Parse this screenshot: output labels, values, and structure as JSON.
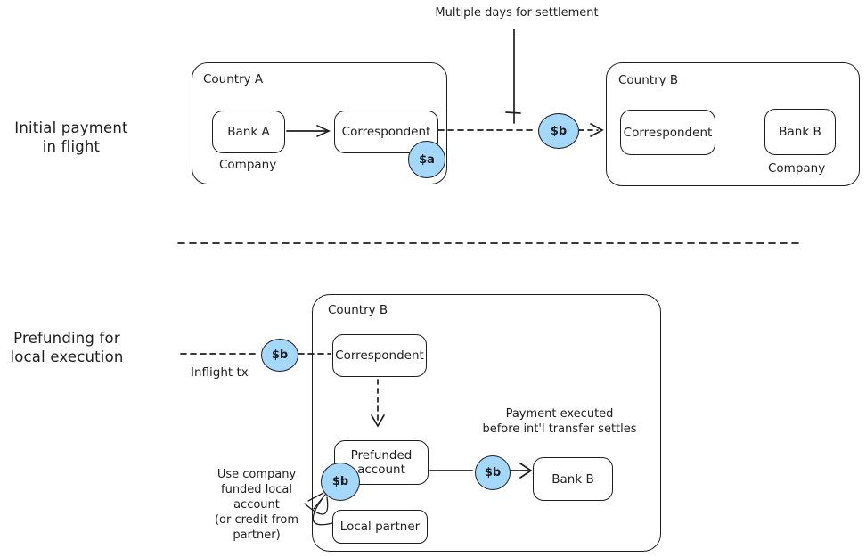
{
  "colors": {
    "ink": "#1e1e1e",
    "badge_fill": "#a5d8ff",
    "background": "#ffffff"
  },
  "annotations": {
    "settlement": "Multiple days for settlement",
    "inflight_tx": "Inflight tx",
    "payment_executed": "Payment executed\nbefore int'l transfer settles",
    "use_company": "Use company\nfunded local\naccount\n(or credit from\npartner)"
  },
  "sections": {
    "flight": {
      "title": "Initial payment\nin flight",
      "country_a": {
        "label": "Country A",
        "bank_a": "Bank A",
        "correspondent": "Correspondent",
        "company": "Company"
      },
      "badge_a": "$a",
      "badge_b": "$b",
      "country_b": {
        "label": "Country B",
        "correspondent": "Correspondent",
        "bank_b": "Bank B",
        "company": "Company"
      }
    },
    "prefunding": {
      "title": "Prefunding for\nlocal execution",
      "badge_inflight": "$b",
      "country_b": {
        "label": "Country B",
        "correspondent": "Correspondent",
        "prefunded_account": "Prefunded\naccount",
        "local_partner": "Local partner",
        "bank_b": "Bank B"
      },
      "badge_prefund": "$b",
      "badge_transfer": "$b"
    }
  }
}
